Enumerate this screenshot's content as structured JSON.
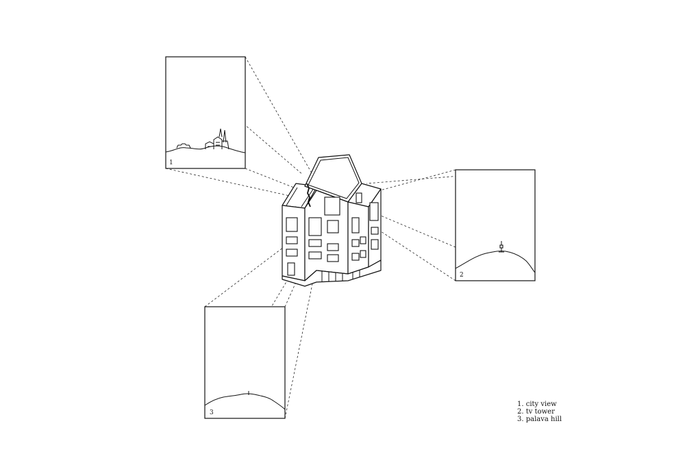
{
  "views": [
    {
      "number": "1",
      "label": "city view"
    },
    {
      "number": "2",
      "label": "tv tower"
    },
    {
      "number": "3",
      "label": "palava hill"
    }
  ],
  "legend": [
    "1. city view",
    "2. tv tower",
    "3. palava hill"
  ]
}
